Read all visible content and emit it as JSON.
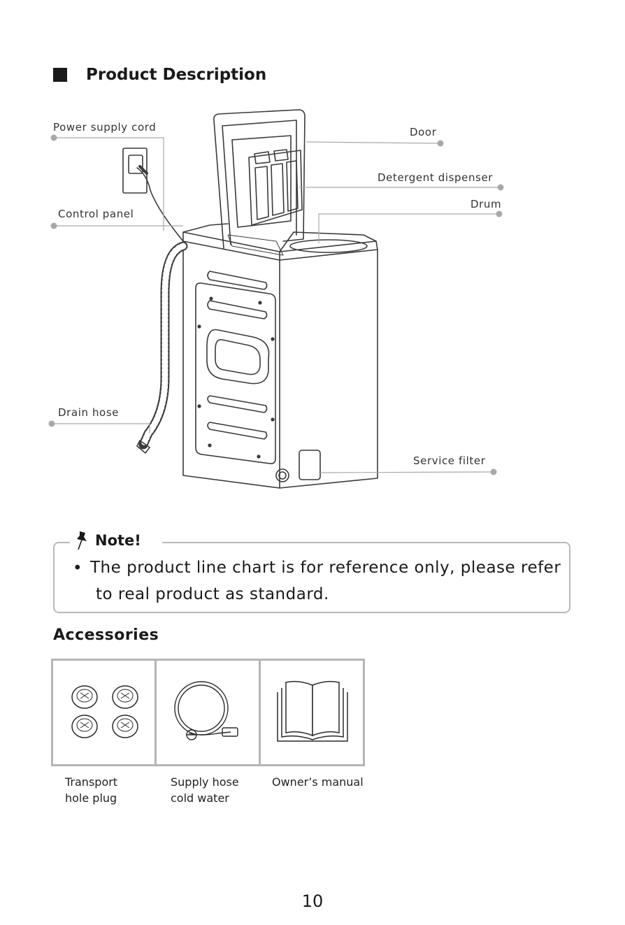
{
  "section": {
    "title": "Product Description"
  },
  "callouts": {
    "power_cord": "Power supply cord",
    "control_panel": "Control panel",
    "drain_hose": "Drain hose",
    "door": "Door",
    "detergent": "Detergent dispenser",
    "drum": "Drum",
    "service_filter": "Service filter"
  },
  "note": {
    "title": "Note!",
    "bullet": "•",
    "line1": "The product line chart is for reference only, please refer",
    "line2": "to real product as standard."
  },
  "accessories": {
    "title": "Accessories",
    "items": [
      {
        "line1": "Transport",
        "line2": "hole plug"
      },
      {
        "line1": "Supply hose",
        "line2": "cold water"
      },
      {
        "line1": "Owner’s manual",
        "line2": ""
      }
    ]
  },
  "page": {
    "number": "10"
  }
}
